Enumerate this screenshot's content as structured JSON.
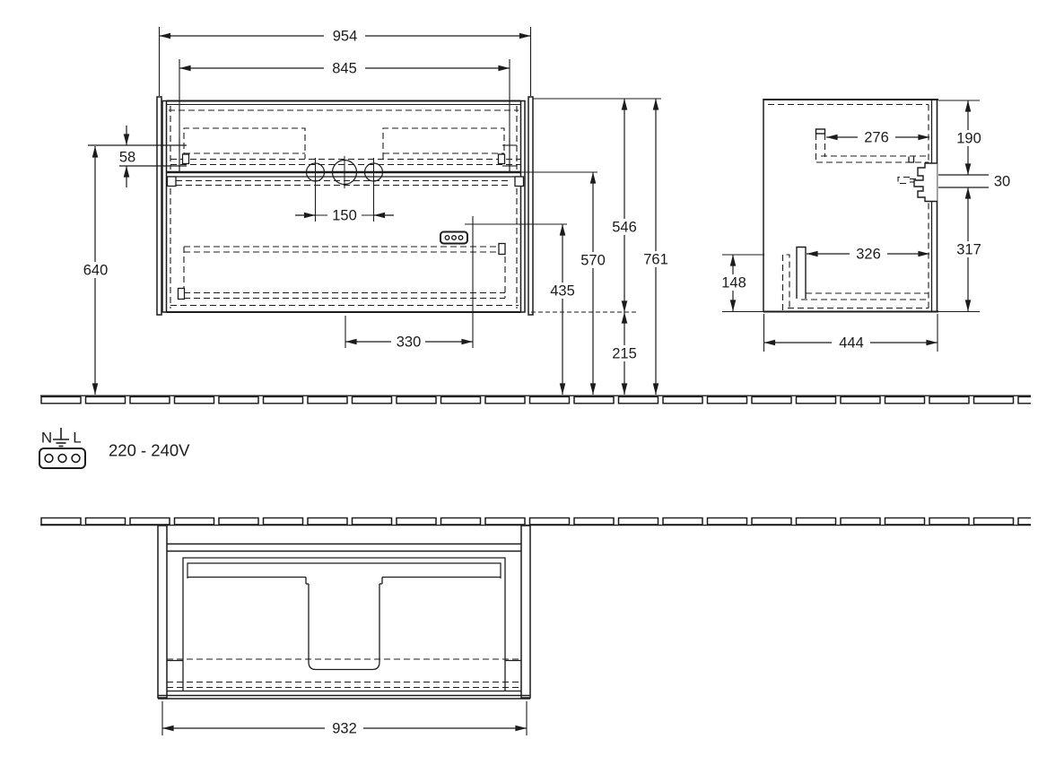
{
  "drawing_type": "vanity-unit-installation-dimensions",
  "units": "mm",
  "colors": {
    "line": "#1c1c1c",
    "background": "#ffffff"
  },
  "front_view": {
    "overall_width": "954",
    "mounting_hole_spacing": "845",
    "mounting_hole_row_gap": "58",
    "mounting_height": "640",
    "tap_hole_spacing": "150",
    "socket_offset_x": "330",
    "socket_height": "435",
    "drawer_split_height": "570",
    "body_height": "546",
    "clearance_below": "215",
    "overall_height": "761"
  },
  "side_view": {
    "upper_rail_depth": "276",
    "upper_zone_height": "190",
    "front_panel_gap": "30",
    "lower_rail_depth": "326",
    "lower_zone_height": "317",
    "lower_rail_height": "148",
    "overall_depth": "444"
  },
  "top_view": {
    "carcass_width": "932"
  },
  "electrical": {
    "terminal_neutral": "N",
    "terminal_live": "L",
    "voltage_range": "220 - 240V"
  }
}
